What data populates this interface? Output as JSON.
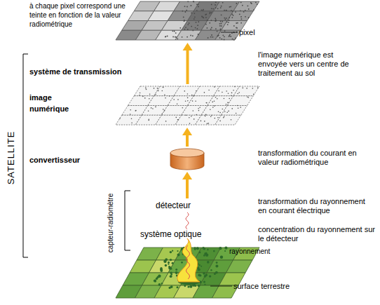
{
  "diagram": {
    "nodes": [
      {
        "text": [
          "pixel"
        ]
      },
      {
        "text": [
          "image numérique"
        ]
      },
      {
        "text": [
          "convertisseur"
        ]
      },
      {
        "text": [
          "surface terrestre"
        ]
      }
    ],
    "edges": [
      {
        "from": 2,
        "to": 1,
        "arrow": "to"
      },
      {
        "from": 1,
        "to": 0,
        "arrow": "to"
      }
    ],
    "labels": [
      "à chaque pixel correspond une teinte en fonction de la valeur radiométrique",
      "SATELLITE",
      "système de transmission",
      "l'image numérique est envoyée vers un centre de traitement au sol",
      "transformation du courant en valeur radiométrique",
      "détecteur",
      "transformation du rayonnement en courant électrique",
      "capteur-radiomètre",
      "système optique",
      "concentration du rayonnement sur le détecteur",
      "rayonnement"
    ]
  }
}
